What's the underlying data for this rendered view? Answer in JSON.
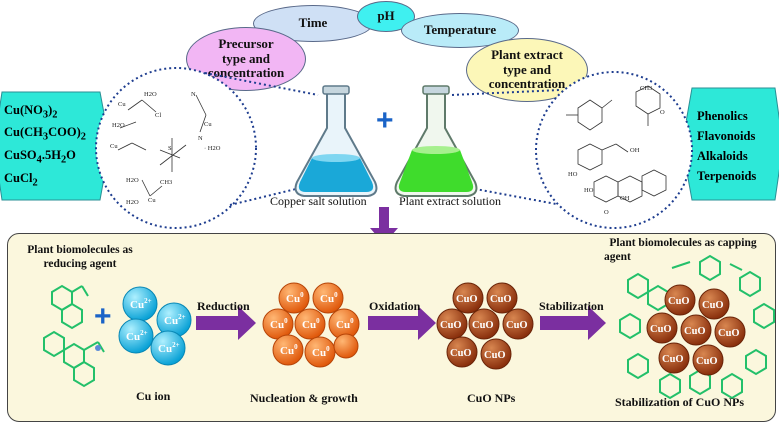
{
  "factors": {
    "time": "Time",
    "ph": "pH",
    "temperature": "Temperature",
    "precursor": [
      "Precursor",
      "type and",
      "concentration"
    ],
    "plant_extract": [
      "Plant extract",
      "type and",
      "concentration"
    ]
  },
  "copper_salts": [
    "Cu(NO3)2",
    "Cu(CH3COO)2",
    "CuSO4.5H2O",
    "CuCl2"
  ],
  "phytochemicals": [
    "Phenolics",
    "Flavonoids",
    "Alkaloids",
    "Terpenoids"
  ],
  "flask_labels": {
    "copper": "Copper salt solution",
    "plant": "Plant extract solution",
    "plus": "+"
  },
  "process": {
    "reducing_agent": [
      "Plant biomolecules as",
      "reducing agent"
    ],
    "capping_agent": [
      "Plant biomolecules as capping",
      "agent"
    ],
    "reduction": "Reduction",
    "oxidation": "Oxidation",
    "stabilization": "Stabilization",
    "cu_ion": "Cu ion",
    "nucleation": "Nucleation & growth",
    "cuo_nps": "CuO NPs",
    "stabilization_cuo": "Stabilization of CuO NPs",
    "plus": "+",
    "cu2_label": "Cu2+",
    "cu0_label": "Cu0",
    "cuo_label": "CuO"
  },
  "colors": {
    "time": "#cfe0f5",
    "ph": "#3ff0f0",
    "temperature": "#b9ebf8",
    "precursor": "#f2b6f4",
    "plant_extract": "#fcf7b8",
    "hex": "#2de8d8",
    "arrow": "#7b2fa0",
    "cu_ion": "#1fc2ee",
    "cu0": "#f0731c",
    "cuo": "#9a3a12",
    "plus": "#1a63c7",
    "green": "#23c06a"
  }
}
